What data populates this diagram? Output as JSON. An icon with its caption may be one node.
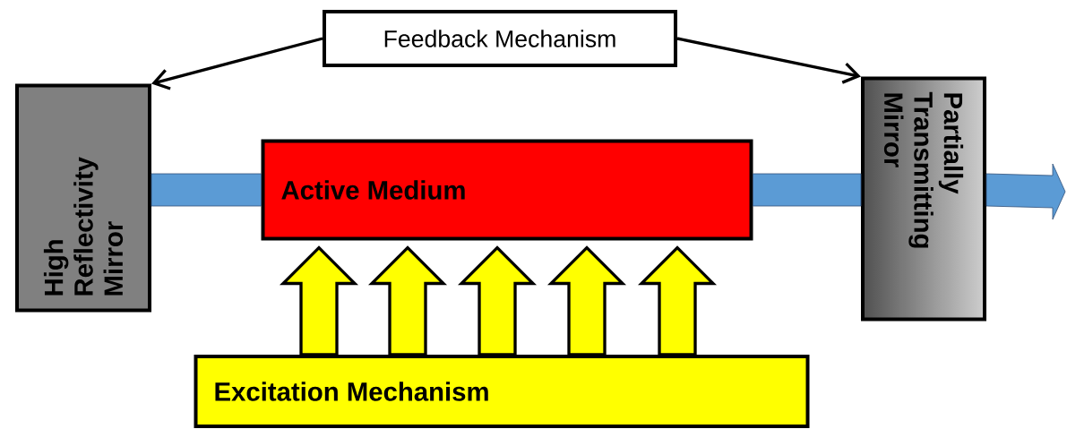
{
  "diagram": {
    "nodes": [
      {
        "text": [
          "Feedback Mechanism"
        ]
      },
      {
        "text": [
          "High Reflectivity Mirror"
        ]
      },
      {
        "text": [
          "Active Medium"
        ]
      },
      {
        "text": [
          "Partially Transmitting Mirror"
        ]
      },
      {
        "text": [
          "Excitation Mechanism"
        ]
      }
    ],
    "edges": [
      {
        "from": 0,
        "to": 1,
        "arrow": "to",
        "color": "#000000"
      },
      {
        "from": 0,
        "to": 3,
        "arrow": "to",
        "color": "#000000"
      },
      {
        "from": 1,
        "to": 2,
        "arrow": "none",
        "color": "#5b9bd5"
      },
      {
        "from": 2,
        "to": 3,
        "arrow": "none",
        "color": "#5b9bd5"
      },
      {
        "from": 3,
        "to": null,
        "arrow": "to",
        "color": "#5b9bd5"
      },
      {
        "from": 4,
        "to": 2,
        "arrow": "to",
        "color": "#ffff00"
      },
      {
        "from": 4,
        "to": 2,
        "arrow": "to",
        "color": "#ffff00"
      },
      {
        "from": 4,
        "to": 2,
        "arrow": "to",
        "color": "#ffff00"
      },
      {
        "from": 4,
        "to": 2,
        "arrow": "to",
        "color": "#ffff00"
      },
      {
        "from": 4,
        "to": 2,
        "arrow": "to",
        "color": "#ffff00"
      }
    ]
  }
}
